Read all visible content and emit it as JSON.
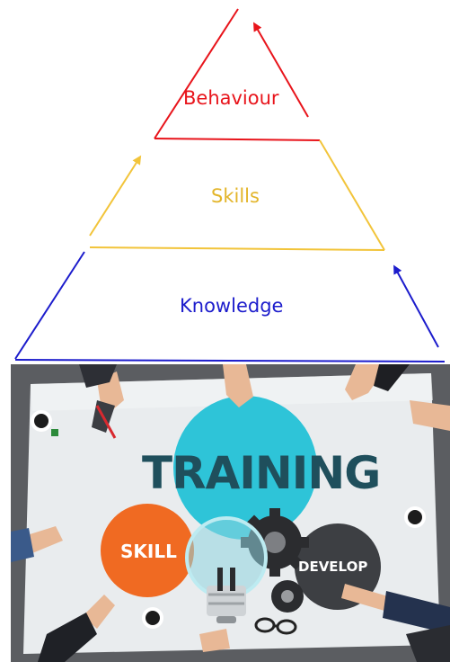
{
  "pyramid": {
    "levels": [
      {
        "label": "Behaviour",
        "color": "#e8141b"
      },
      {
        "label": "Skills",
        "color": "#f2c43a"
      },
      {
        "label": "Knowledge",
        "color": "#1c1ccc"
      }
    ]
  },
  "photo": {
    "headline": "TRAINING",
    "circle_left": "SKILL",
    "circle_right": "DEVELOP",
    "colors": {
      "headline": "#1f4f5c",
      "teal_circle": "#2ec4d8",
      "orange_circle": "#f06a22",
      "dark_circle": "#3d3f43",
      "table": "#5b5d61",
      "paper": "#e9ecee"
    }
  }
}
